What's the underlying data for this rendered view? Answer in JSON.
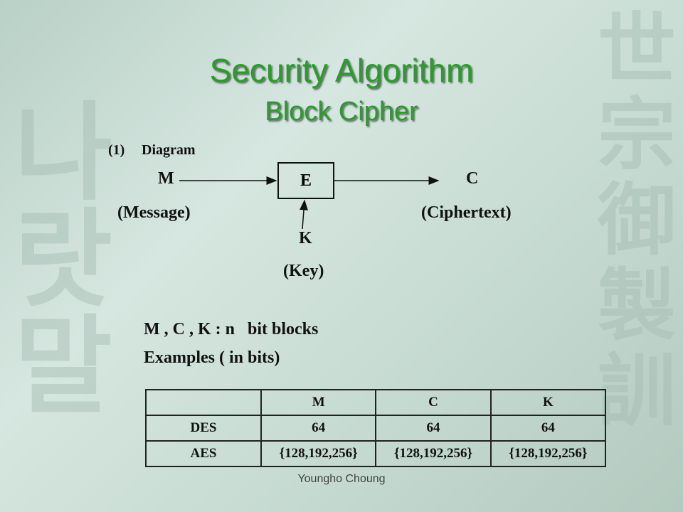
{
  "slide": {
    "title": "Security Algorithm",
    "subtitle": "Block Cipher",
    "section_number": "(1)",
    "section_label": "Diagram",
    "diagram": {
      "input": "M",
      "input_desc": "(Message)",
      "box": "E",
      "output": "C",
      "output_desc": "(Ciphertext)",
      "key": "K",
      "key_desc": "(Key)"
    },
    "note": "M , C , K : n   bit blocks",
    "examples_label": "Examples ( in bits)",
    "table": {
      "headers": [
        "",
        "M",
        "C",
        "K"
      ],
      "rows": [
        [
          "DES",
          "64",
          "64",
          "64"
        ],
        [
          "AES",
          "{128,192,256}",
          "{128,192,256}",
          "{128,192,256}"
        ]
      ]
    },
    "footer": "Youngho Choung"
  },
  "colors": {
    "title": "#2e9a2e",
    "text": "#111111",
    "background": "#c9ddd4"
  }
}
